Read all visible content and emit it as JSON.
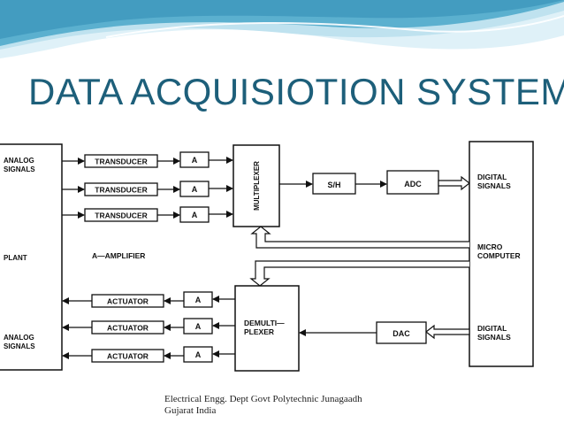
{
  "slide": {
    "title": "DATA ACQUISIOTION SYSTEM",
    "footer": {
      "line1": "Electrical Engg. Dept Govt Polytechnic Junagaadh",
      "line2": "Gujarat India"
    }
  },
  "colors": {
    "title": "#1d5f7a",
    "wave_dark": "#5bb0cf",
    "wave_light": "#bfe2ef"
  },
  "diagram": {
    "plant": {
      "analog_signals_top": [
        "ANALOG",
        "SIGNALS"
      ],
      "plant_label": "PLANT",
      "analog_signals_bottom": [
        "ANALOG",
        "SIGNALS"
      ]
    },
    "transducers": [
      "TRANSDUCER",
      "TRANSDUCER",
      "TRANSDUCER"
    ],
    "input_amplifiers": [
      "A",
      "A",
      "A"
    ],
    "multiplexer": "MULTIPLEXER",
    "sample_hold": "S/H",
    "adc": "ADC",
    "legend": "A—AMPLIFIER",
    "computer": {
      "digital_signals_top": [
        "DIGITAL",
        "SIGNALS"
      ],
      "micro_computer": [
        "MICRO",
        "COMPUTER"
      ],
      "digital_signals_bottom": [
        "DIGITAL",
        "SIGNALS"
      ]
    },
    "actuators": [
      "ACTUATOR",
      "ACTUATOR",
      "ACTUATOR"
    ],
    "output_amplifiers": [
      "A",
      "A",
      "A"
    ],
    "demultiplexer": [
      "DEMULTI—",
      "PLEXER"
    ],
    "dac": "DAC"
  }
}
